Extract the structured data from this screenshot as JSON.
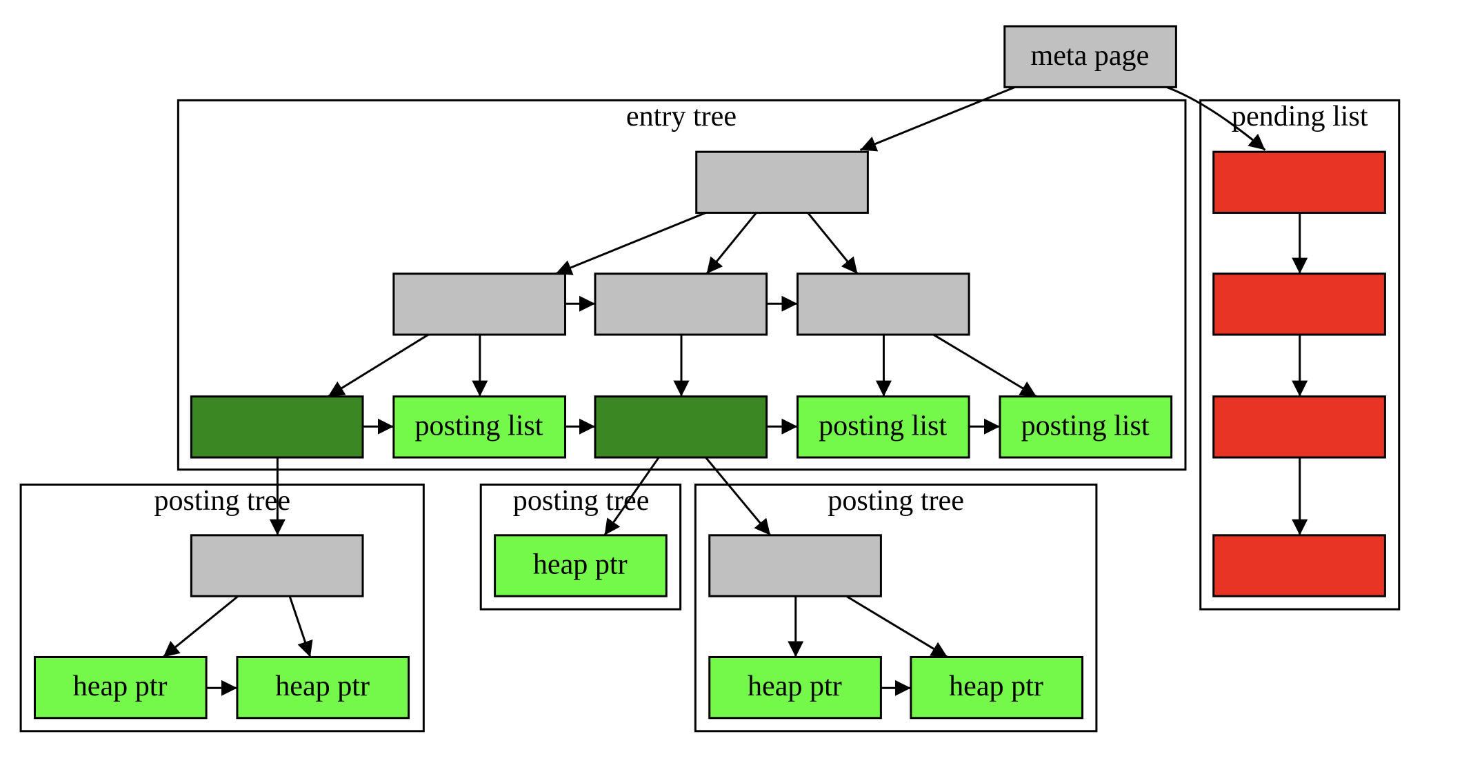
{
  "colors": {
    "gray": "#c0c0c0",
    "dark_green": "#3b8723",
    "light_green": "#74f94a",
    "red": "#e83425"
  },
  "clusters": {
    "entry_tree": "entry tree",
    "pending_list": "pending list",
    "posting_tree_1": "posting tree",
    "posting_tree_2": "posting tree",
    "posting_tree_3": "posting tree"
  },
  "nodes": {
    "meta": "meta page",
    "root": "",
    "inner_1": "",
    "inner_2": "",
    "inner_3": "",
    "leaf_1": "",
    "leaf_2": "posting list",
    "leaf_3": "",
    "leaf_4": "posting list",
    "leaf_5": "posting list",
    "pt1_root": "",
    "pt1_heap_1": "heap ptr",
    "pt1_heap_2": "heap ptr",
    "pt2_heap_1": "heap ptr",
    "pt3_root": "",
    "pt3_heap_1": "heap ptr",
    "pt3_heap_2": "heap ptr",
    "pending_1": "",
    "pending_2": "",
    "pending_3": "",
    "pending_4": ""
  }
}
